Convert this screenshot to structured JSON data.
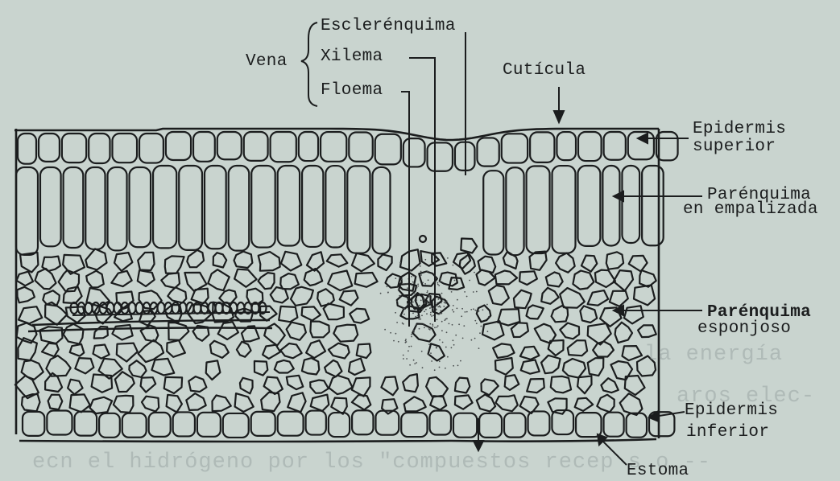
{
  "colors": {
    "background": "#c9d4cf",
    "ink": "#1b1d1e",
    "faint_text": "#9aa6a4"
  },
  "labels": {
    "vena": "Vena",
    "esclerenquima": "Esclerénquima",
    "xilema": "Xilema",
    "floema": "Floema",
    "cuticula": "Cutícula",
    "epidermis_superior_1": "Epidermis",
    "epidermis_superior_2": "superior",
    "parenquima_empalizada_1": "Parénquima",
    "parenquima_empalizada_2": "en empalizada",
    "parenquima_esponjoso_1": "Parénquima",
    "parenquima_esponjoso_2": "esponjoso",
    "epidermis_inferior_1": "Epidermis",
    "epidermis_inferior_2": "inferior",
    "estoma": "Estoma"
  },
  "background_text": {
    "line1": "la energía",
    "line2": "aros elec-",
    "line3": "ecn el hidrógeno por los \"compuestos recep  s o --"
  }
}
